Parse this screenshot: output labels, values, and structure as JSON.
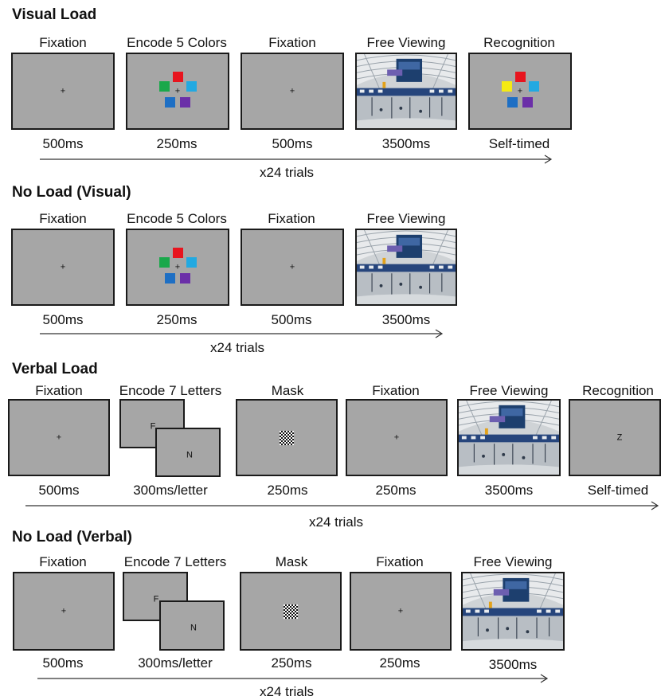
{
  "colors": {
    "panel_gray": "#a6a6a6",
    "red": "#e8141e",
    "green": "#1aa84b",
    "cyan": "#22a9e1",
    "blue": "#1e6fc4",
    "purple": "#6b2fa8",
    "yellow": "#f5ea14"
  },
  "icons": [
    "fixation-cross",
    "color-square",
    "checkerboard-mask",
    "airport-scene-photo",
    "timeline-arrow"
  ],
  "visual_load": {
    "title": "Visual Load",
    "steps": [
      {
        "label": "Fixation",
        "duration": "500ms",
        "symbol": "+"
      },
      {
        "label": "Encode 5 Colors",
        "duration": "250ms",
        "symbol": "+"
      },
      {
        "label": "Fixation",
        "duration": "500ms",
        "symbol": "+"
      },
      {
        "label": "Free Viewing",
        "duration": "3500ms"
      },
      {
        "label": "Recognition",
        "duration": "Self-timed",
        "symbol": "+"
      }
    ],
    "trials": "x24 trials"
  },
  "no_load_visual": {
    "title": "No Load (Visual)",
    "steps": [
      {
        "label": "Fixation",
        "duration": "500ms",
        "symbol": "+"
      },
      {
        "label": "Encode 5 Colors",
        "duration": "250ms",
        "symbol": "+"
      },
      {
        "label": "Fixation",
        "duration": "500ms",
        "symbol": "+"
      },
      {
        "label": "Free Viewing",
        "duration": "3500ms"
      }
    ],
    "trials": "x24 trials"
  },
  "verbal_load": {
    "title": "Verbal Load",
    "steps": [
      {
        "label": "Fixation",
        "duration": "500ms",
        "symbol": "+"
      },
      {
        "label": "Encode 7 Letters",
        "duration": "300ms/letter",
        "letter_back": "F",
        "letter_front": "N"
      },
      {
        "label": "Mask",
        "duration": "250ms"
      },
      {
        "label": "Fixation",
        "duration": "250ms",
        "symbol": "+"
      },
      {
        "label": "Free Viewing",
        "duration": "3500ms"
      },
      {
        "label": "Recognition",
        "duration": "Self-timed",
        "letter": "Z"
      }
    ],
    "trials": "x24 trials"
  },
  "no_load_verbal": {
    "title": "No Load (Verbal)",
    "steps": [
      {
        "label": "Fixation",
        "duration": "500ms",
        "symbol": "+"
      },
      {
        "label": "Encode 7 Letters",
        "duration": "300ms/letter",
        "letter_back": "F",
        "letter_front": "N"
      },
      {
        "label": "Mask",
        "duration": "250ms"
      },
      {
        "label": "Fixation",
        "duration": "250ms",
        "symbol": "+"
      },
      {
        "label": "Free Viewing",
        "duration": "3500ms"
      }
    ],
    "trials": "x24 trials"
  }
}
